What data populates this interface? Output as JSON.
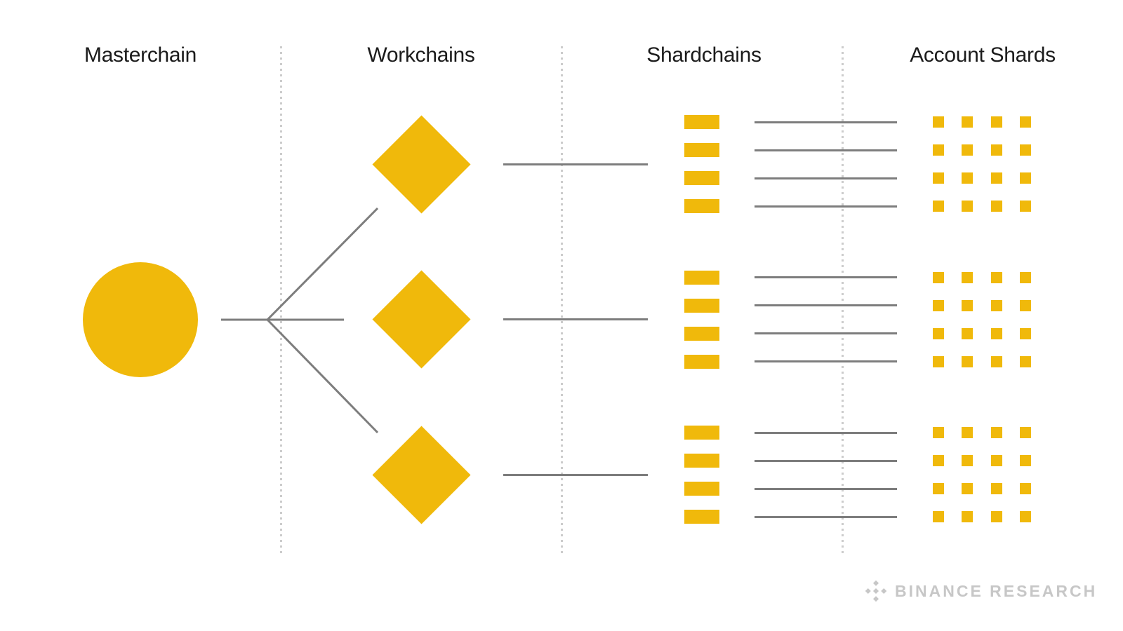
{
  "columns": [
    {
      "label": "Masterchain"
    },
    {
      "label": "Workchains"
    },
    {
      "label": "Shardchains"
    },
    {
      "label": "Account Shards"
    }
  ],
  "diagram": {
    "masterchain_count": 1,
    "workchain_count": 3,
    "shardchains_per_workchain": 4,
    "account_shard_grid": {
      "rows": 4,
      "cols": 4
    }
  },
  "colors": {
    "background": "#ffffff",
    "accent_yellow": "#F0B90B",
    "connector_gray": "#7d7d7d",
    "separator_gray": "#cccccc",
    "heading_text": "#1b1b1b",
    "watermark_gray": "#c7c7c7"
  },
  "footer": {
    "brand_text": "BINANCE RESEARCH",
    "brand_icon": "binance-diamond-logo"
  }
}
